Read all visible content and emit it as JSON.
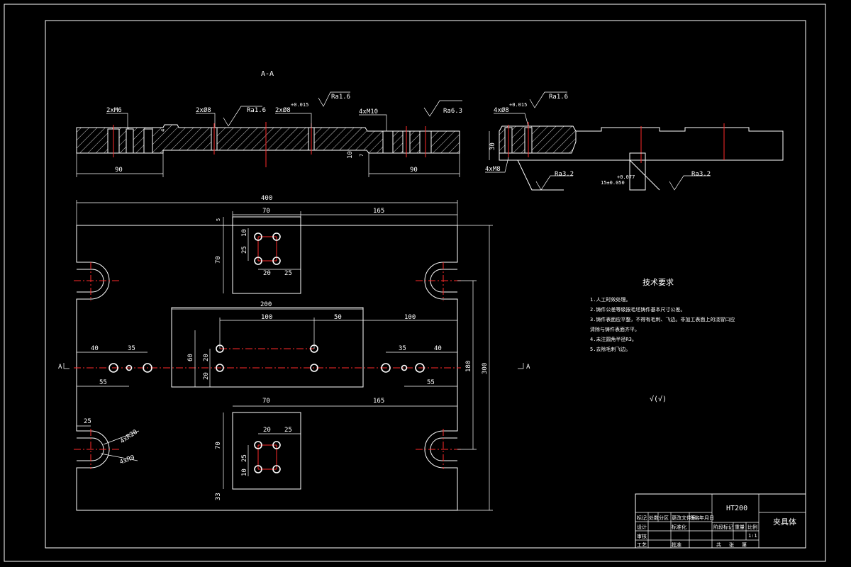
{
  "section_view": {
    "title": "A-A",
    "callouts": {
      "left_thread": "2xM6",
      "pin1": "2xØ8",
      "pin2_main": "2xØ8",
      "pin2_tol": "+0.015",
      "right_thread": "4xM10",
      "roughness_1": "Ra1.6",
      "roughness_2": "Ra1.6",
      "roughness_3": "Ra6.3"
    },
    "dims": {
      "left_len": "90",
      "right_len": "90",
      "step_a": "10",
      "step_b": "7",
      "small": "4"
    }
  },
  "side_view": {
    "callouts": {
      "holes_main": "4xØ8",
      "holes_tol": "+0.015",
      "roughness_top": "Ra1.6",
      "bottom_holes": "4xM8",
      "roughness_left": "Ra3.2",
      "roughness_right": "Ra3.2",
      "slot": "15±0.050",
      "slot_tol": "+0.077"
    },
    "dims": {
      "height": "30"
    }
  },
  "plan_view": {
    "dims": {
      "total_width": "400",
      "top_pocket_w": "70",
      "top_offset": "165",
      "top_pocket_h": "70",
      "top_small": "5",
      "top_hole_v1": "10",
      "top_hole_v2": "25",
      "top_hole_h1": "20",
      "top_hole_h2": "25",
      "center_w": "200",
      "center_100": "100",
      "center_50": "50",
      "right_100": "100",
      "center_h": "60",
      "center_20a": "20",
      "center_20b": "20",
      "left_40": "40",
      "left_35": "35",
      "left_55": "55",
      "right_35": "35",
      "right_40": "40",
      "right_55": "55",
      "v_180": "180",
      "v_300": "300",
      "bot_pocket_w": "70",
      "bot_offset": "165",
      "bot_pocket_h": "70",
      "bot_20": "20",
      "bot_25": "25",
      "bot_v25": "25",
      "bot_v10": "10",
      "bot_33": "33",
      "slot_25": "25",
      "slot_r1": "4xR20",
      "slot_r2": "4xR9"
    },
    "section_mark_left": "A",
    "section_mark_right": "A"
  },
  "tech_requirements": {
    "heading": "技术要求",
    "items": [
      "1.人工时效处理。",
      "2.铸件公差等级按毛坯铸件基本尺寸公差。",
      "3.铸件表面应平整，不得有毛刺、飞边。非加工表面上的浇冒口应",
      "清除与铸件表面齐平。",
      "4.未注圆角半径R3。",
      "5.去除毛刺飞边。"
    ],
    "roughness_note": "√(√)"
  },
  "title_block": {
    "material": "HT200",
    "part_name": "夹具体",
    "scale": "1:1",
    "labels": [
      "标记",
      "处数",
      "分区",
      "更改文件号",
      "签名",
      "年月日",
      "设计",
      "标准化",
      "审核",
      "工艺",
      "批准",
      "阶段标记",
      "重量",
      "比例",
      "共",
      "张",
      "第"
    ]
  }
}
